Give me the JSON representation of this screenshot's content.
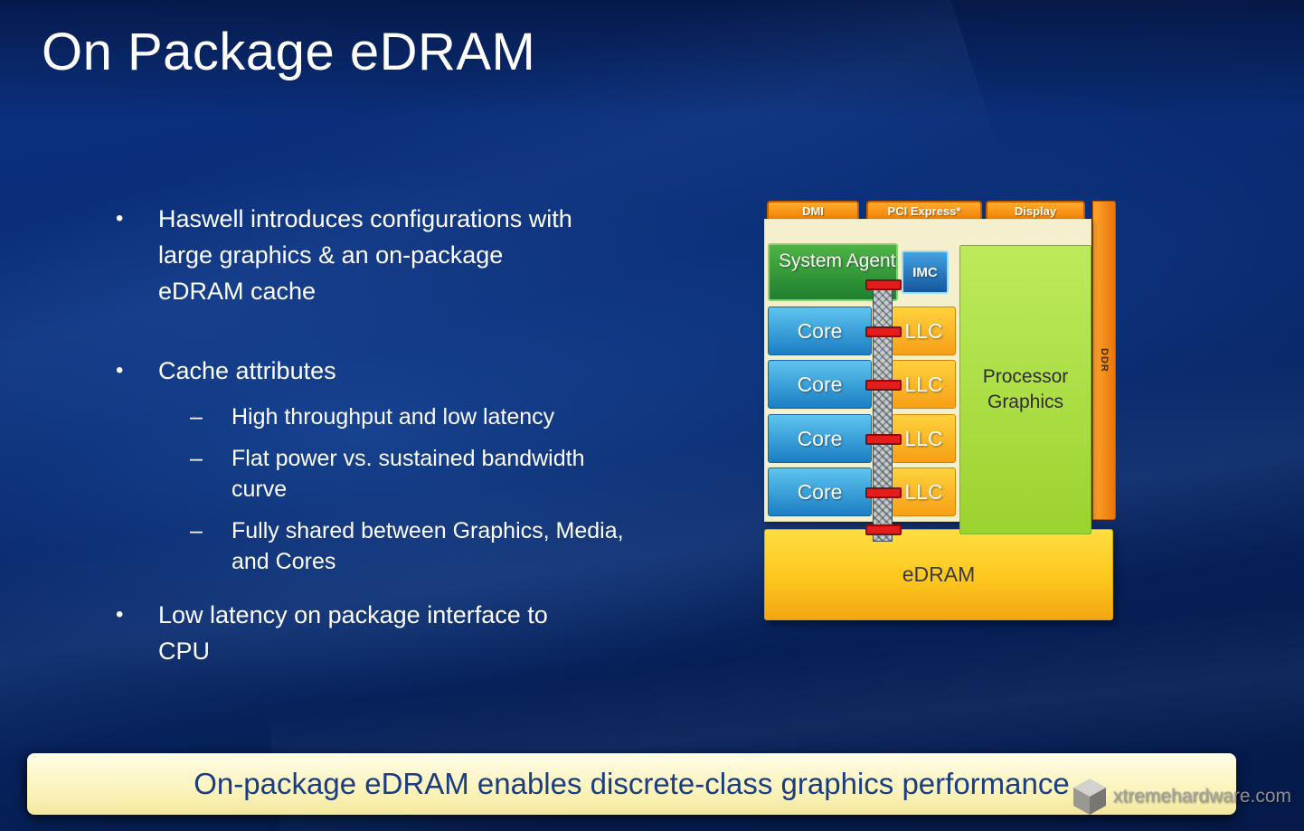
{
  "title": "On Package eDRAM",
  "bullets": {
    "b1": "Haswell introduces configurations with\nlarge graphics & an on-package\neDRAM cache",
    "b2": "Cache attributes",
    "b3": "Low latency on package interface to\nCPU"
  },
  "sub_bullets": [
    "High throughput  and low latency",
    "Flat power vs. sustained bandwidth\ncurve",
    "Fully shared between Graphics, Media,\nand Cores"
  ],
  "diagram": {
    "tabs": [
      "DMI",
      "PCI Express*",
      "Display"
    ],
    "system_agent": "System Agent",
    "imc": "IMC",
    "rows": [
      {
        "core": "Core",
        "llc": "LLC"
      },
      {
        "core": "Core",
        "llc": "LLC"
      },
      {
        "core": "Core",
        "llc": "LLC"
      },
      {
        "core": "Core",
        "llc": "LLC"
      }
    ],
    "processor_graphics": "Processor Graphics",
    "ddr": "DDR",
    "edram": "eDRAM"
  },
  "footer": "On-package eDRAM enables discrete-class graphics performance",
  "watermark": "xtremehardware.com",
  "colors": {
    "background_blue": "#092a6f",
    "tab_orange": "#f07d00",
    "system_agent_green": "#2f9e41",
    "imc_blue": "#1b75bc",
    "core_blue": "#29a8e0",
    "llc_yellow": "#ffc20e",
    "processor_graphics_green": "#a3d93e",
    "ddr_orange": "#f7941d",
    "edram_yellow": "#fdc71e",
    "banner_yellow": "#fbf3bb",
    "banner_text_navy": "#1a3c80",
    "connector_red": "#e41c1c"
  }
}
